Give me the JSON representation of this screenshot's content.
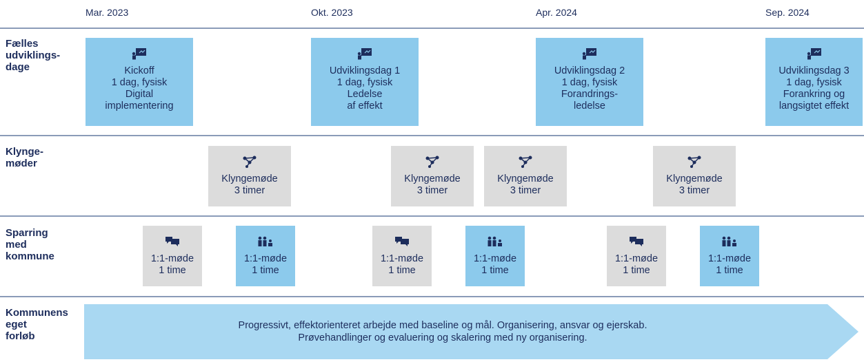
{
  "timeline": {
    "dates": [
      "Mar. 2023",
      "Okt. 2023",
      "Apr. 2024",
      "Sep. 2024"
    ]
  },
  "rows": {
    "faelles": {
      "label": "Fælles\nudviklings-\ndage"
    },
    "klynge": {
      "label": "Klynge-\nmøder"
    },
    "sparring": {
      "label": "Sparring\nmed\nkommune"
    },
    "kommunens": {
      "label": "Kommunens\neget\nforløb"
    }
  },
  "dev_days": [
    {
      "icon": "presentation-icon",
      "lines": [
        "Kickoff",
        "1 dag, fysisk",
        "Digital",
        "implementering"
      ]
    },
    {
      "icon": "presentation-icon",
      "lines": [
        "Udviklingsdag 1",
        "1 dag, fysisk",
        "Ledelse",
        "af effekt"
      ]
    },
    {
      "icon": "presentation-icon",
      "lines": [
        "Udviklingsdag 2",
        "1 dag, fysisk",
        "Forandrings-",
        "ledelse"
      ]
    },
    {
      "icon": "presentation-icon",
      "lines": [
        "Udviklingsdag 3",
        "1 dag, fysisk",
        "Forankring og",
        "langsigtet effekt"
      ]
    }
  ],
  "cluster_meetings": [
    {
      "icon": "network-icon",
      "lines": [
        "Klyngemøde",
        "3 timer"
      ]
    },
    {
      "icon": "network-icon",
      "lines": [
        "Klyngemøde",
        "3 timer"
      ]
    },
    {
      "icon": "network-icon",
      "lines": [
        "Klyngemøde",
        "3 timer"
      ]
    },
    {
      "icon": "network-icon",
      "lines": [
        "Klyngemøde",
        "3 timer"
      ]
    }
  ],
  "sparring": [
    {
      "icon": "chat-icon",
      "color": "grey",
      "lines": [
        "1:1-møde",
        "1 time"
      ]
    },
    {
      "icon": "people-icon",
      "color": "blue",
      "lines": [
        "1:1-møde",
        "1 time"
      ]
    },
    {
      "icon": "chat-icon",
      "color": "grey",
      "lines": [
        "1:1-møde",
        "1 time"
      ]
    },
    {
      "icon": "people-icon",
      "color": "blue",
      "lines": [
        "1:1-møde",
        "1 time"
      ]
    },
    {
      "icon": "chat-icon",
      "color": "grey",
      "lines": [
        "1:1-møde",
        "1 time"
      ]
    },
    {
      "icon": "people-icon",
      "color": "blue",
      "lines": [
        "1:1-møde",
        "1 time"
      ]
    }
  ],
  "process": {
    "line1": "Progressivt, effektorienteret arbejde med baseline og mål. Organisering, ansvar og ejerskab.",
    "line2": "Prøvehandlinger og evaluering og skalering med ny organisering."
  },
  "colors": {
    "blue": "#8ccaec",
    "grey": "#dcdcdc",
    "text": "#1d2d5c",
    "arrow": "#a9d8f2"
  }
}
